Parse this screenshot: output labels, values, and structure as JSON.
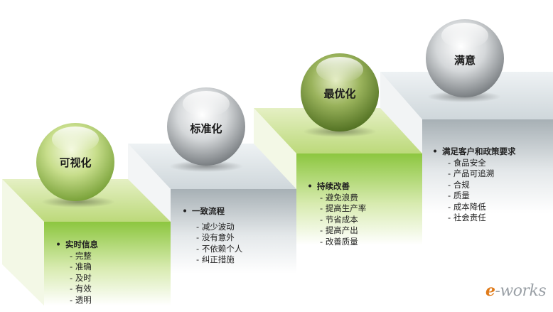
{
  "steps": [
    {
      "orb": "可视化",
      "heading": "实时信息",
      "items": [
        "完整",
        "准确",
        "及时",
        "有效",
        "透明"
      ]
    },
    {
      "orb": "标准化",
      "heading": "一致流程",
      "items": [
        "减少波动",
        "没有意外",
        "不依赖个人",
        "纠正措施"
      ]
    },
    {
      "orb": "最优化",
      "heading": "持续改善",
      "items": [
        "避免浪费",
        "提高生产率",
        "节省成本",
        " 提高产出",
        " 改善质量"
      ]
    },
    {
      "orb": "满意",
      "heading": "满足客户和政策要求",
      "items": [
        "食品安全",
        "产品可追溯",
        "合规",
        "质量",
        "成本降低",
        "社会责任"
      ]
    }
  ],
  "logo": {
    "prefix": "e",
    "text": "-works"
  },
  "colors": {
    "green_top": "#cfe39a",
    "green_front": "#7fb833",
    "gray_top": "#dde3e6",
    "gray_front": "#a9b1b6"
  }
}
